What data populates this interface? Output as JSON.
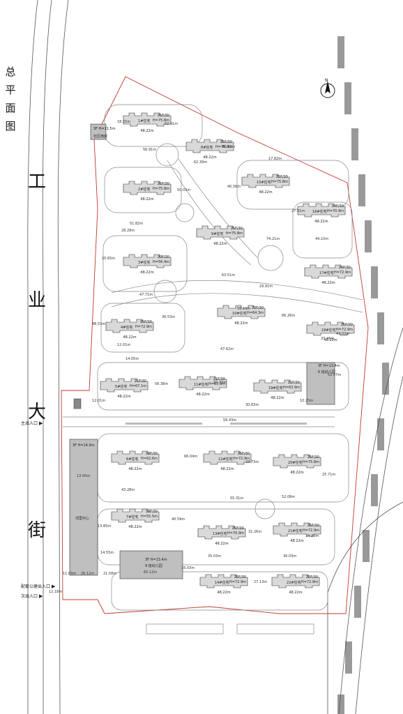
{
  "title_vertical": "总平面图",
  "road_name_chars": [
    "工",
    "业",
    "大",
    "街"
  ],
  "entrances": [
    {
      "label": "主出入口"
    },
    {
      "label": "配套公建出入口"
    },
    {
      "label": "次出入口"
    }
  ],
  "north_label": "N",
  "buildings": [
    {
      "name": "1#住宅",
      "floors": "25F/30",
      "height": "H=75.8m",
      "width": "48.22m"
    },
    {
      "name": "8#住宅",
      "floors": "25F/30",
      "height": "H=75.8m",
      "width": "48.22m"
    },
    {
      "name": "2#住宅",
      "floors": "25F/30",
      "height": "H=75.8m",
      "width": "48.22m"
    },
    {
      "name": "15#住宅",
      "floors": "25F/30",
      "height": "H=75.8m",
      "width": "48.22m"
    },
    {
      "name": "16#住宅",
      "floors": "24F/30",
      "height": "H=70.9m",
      "width": "48.22m"
    },
    {
      "name": "9#住宅",
      "floors": "25F/30",
      "height": "H=75.8m",
      "width": "48.22m"
    },
    {
      "name": "3#住宅",
      "floors": "20F/30",
      "height": "H=56.4m",
      "width": "48.22m"
    },
    {
      "name": "17#住宅",
      "floors": "24F/30",
      "height": "H=72.9m",
      "width": "48.22m"
    },
    {
      "name": "10#住宅",
      "floors": "20F/30",
      "height": "H=64.3m",
      "width": "48.22m"
    },
    {
      "name": "4#住宅",
      "floors": "25F/30",
      "height": "H=72.9m",
      "width": "48.22m"
    },
    {
      "name": "18#住宅",
      "floors": "25F/30",
      "height": "H=72.9m",
      "width": "48.22m"
    },
    {
      "name": "5#住宅",
      "floors": "21F/30",
      "height": "H=67.1m",
      "width": "48.22m"
    },
    {
      "name": "11#住宅",
      "floors": "21F/30",
      "height": "H=63.9m",
      "width": "48.22m"
    },
    {
      "name": "19#住宅",
      "floors": "21F/30",
      "height": "H=63.9m",
      "width": "48.22m"
    },
    {
      "name": "6#住宅",
      "floors": "19F/30",
      "height": "H=62.6m",
      "width": "48.22m"
    },
    {
      "name": "12#住宅",
      "floors": "25F/30",
      "height": "H=72.9m",
      "width": "48.22m"
    },
    {
      "name": "20#住宅",
      "floors": "25F/30",
      "height": "H=75.8m",
      "width": "48.22m"
    },
    {
      "name": "7#住宅",
      "floors": "19F/30",
      "height": "H=55.5m",
      "width": "48.22m"
    },
    {
      "name": "13#住宅",
      "floors": "25F/30",
      "height": "H=70.9m",
      "width": "48.22m"
    },
    {
      "name": "21#住宅",
      "floors": "25F/30",
      "height": "H=72.9m",
      "width": "48.22m"
    },
    {
      "name": "14#住宅",
      "floors": "25F/30",
      "height": "H=72.9m",
      "width": "48.22m"
    },
    {
      "name": "22#住宅",
      "floors": "25F/30",
      "height": "H=72.9m",
      "width": "48.22m"
    }
  ],
  "facilities": [
    {
      "name": "6 班幼儿园",
      "info": "3F H=13.4m"
    },
    {
      "name": "9 班幼儿园",
      "info": "3F H=13.4m"
    },
    {
      "name": "邻里中心",
      "info": "3F H=14.9m"
    },
    {
      "name": "社区用房",
      "info": "3F H=11.5m"
    }
  ],
  "dimensions": [
    "18.55m",
    "56.91m",
    "52.01m",
    "62.39m",
    "40.32m",
    "17.82m",
    "44.10m",
    "27.01m",
    "50.03m",
    "40.56m",
    "51.82m",
    "28.28m",
    "74.21m",
    "20.65m",
    "47.71m",
    "63.51m",
    "29.91m",
    "56.19m",
    "36.53m",
    "66.26m",
    "48.53m",
    "12.01m",
    "43.02m",
    "14.05m",
    "47.62m",
    "56.38m",
    "32.33m",
    "30.83m",
    "12.01m",
    "10.25m",
    "37.46m",
    "52.47m",
    "59.43m",
    "66.04m",
    "23.73m",
    "13.00m",
    "25.71m",
    "43.28m",
    "55.31m",
    "52.08m",
    "13.85m",
    "40.59m",
    "32.26m",
    "14.20m",
    "26.12m",
    "21.58m",
    "16.03m",
    "35.03m",
    "36.03m",
    "27.13m",
    "65.12m",
    "11.03m",
    "14.55m",
    "12.18m"
  ]
}
